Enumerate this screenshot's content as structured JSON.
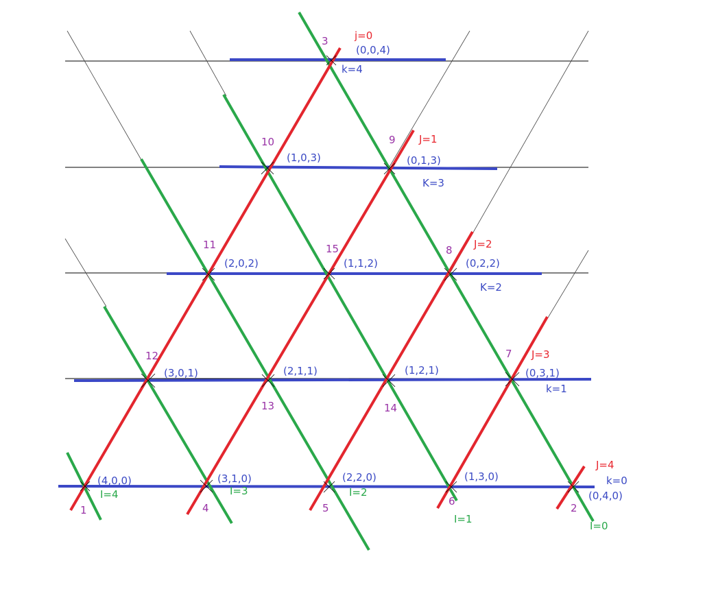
{
  "diagram": {
    "colors": {
      "horizontal_thin": "#000000",
      "blue_line": "#3b48c6",
      "red_line": "#e3262e",
      "green_line": "#2aa84a",
      "node_number": "#9933a6",
      "j_label": "#e8262e",
      "k_label": "#3a49c4",
      "i_label": "#29a84a",
      "coord_label": "#3a49c4"
    },
    "node_numbers": [
      "3",
      "10",
      "9",
      "11",
      "15",
      "8",
      "12",
      "13",
      "14",
      "7",
      "1",
      "4",
      "5",
      "6",
      "2"
    ],
    "coordinates": [
      "(0,0,4)",
      "(1,0,3)",
      "(0,1,3)",
      "(2,0,2)",
      "(1,1,2)",
      "(0,2,2)",
      "(3,0,1)",
      "(2,1,1)",
      "(1,2,1)",
      "(0,3,1)",
      "(4,0,0)",
      "(3,1,0)",
      "(2,2,0)",
      "(1,3,0)",
      "(0,4,0)"
    ],
    "j_labels": [
      "j=0",
      "J=1",
      "J=2",
      "J=3",
      "J=4"
    ],
    "k_labels": [
      "k=4",
      "K=3",
      "K=2",
      "k=1",
      "k=0"
    ],
    "i_labels": [
      "I=4",
      "I=3",
      "I=2",
      "I=1",
      "I=0"
    ]
  }
}
